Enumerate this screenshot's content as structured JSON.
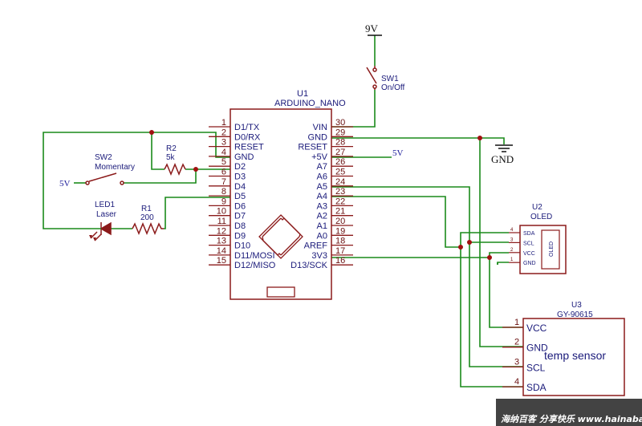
{
  "supply": {
    "label": "9V",
    "gnd_label": "GND",
    "net_5v_right": "5V",
    "net_5v_left": "5V"
  },
  "sw1": {
    "ref": "SW1",
    "value": "On/Off"
  },
  "sw2": {
    "ref": "SW2",
    "value": "Momentary"
  },
  "r2": {
    "ref": "R2",
    "value": "5k"
  },
  "r1": {
    "ref": "R1",
    "value": "200"
  },
  "led1": {
    "ref": "LED1",
    "value": "Laser"
  },
  "u1": {
    "ref": "U1",
    "name": "ARDUINO_NANO",
    "left_pins": [
      {
        "num": "1",
        "name": "D1/TX"
      },
      {
        "num": "2",
        "name": "D0/RX"
      },
      {
        "num": "3",
        "name": "RESET"
      },
      {
        "num": "4",
        "name": "GND"
      },
      {
        "num": "5",
        "name": "D2"
      },
      {
        "num": "6",
        "name": "D3"
      },
      {
        "num": "7",
        "name": "D4"
      },
      {
        "num": "8",
        "name": "D5"
      },
      {
        "num": "9",
        "name": "D6"
      },
      {
        "num": "10",
        "name": "D7"
      },
      {
        "num": "11",
        "name": "D8"
      },
      {
        "num": "12",
        "name": "D9"
      },
      {
        "num": "13",
        "name": "D10"
      },
      {
        "num": "14",
        "name": "D11/MOSI"
      },
      {
        "num": "15",
        "name": "D12/MISO"
      }
    ],
    "right_pins": [
      {
        "num": "30",
        "name": "VIN"
      },
      {
        "num": "29",
        "name": "GND"
      },
      {
        "num": "28",
        "name": "RESET"
      },
      {
        "num": "27",
        "name": "+5V"
      },
      {
        "num": "26",
        "name": "A7"
      },
      {
        "num": "25",
        "name": "A6"
      },
      {
        "num": "24",
        "name": "A5"
      },
      {
        "num": "23",
        "name": "A4"
      },
      {
        "num": "22",
        "name": "A3"
      },
      {
        "num": "21",
        "name": "A2"
      },
      {
        "num": "20",
        "name": "A1"
      },
      {
        "num": "19",
        "name": "A0"
      },
      {
        "num": "18",
        "name": "AREF"
      },
      {
        "num": "17",
        "name": "3V3"
      },
      {
        "num": "16",
        "name": "D13/SCK"
      }
    ]
  },
  "u2": {
    "ref": "U2",
    "name": "OLED",
    "body_label": "OLED",
    "pins": [
      {
        "num": "4",
        "name": "SDA"
      },
      {
        "num": "3",
        "name": "SCL"
      },
      {
        "num": "2",
        "name": "VCC"
      },
      {
        "num": "1",
        "name": "GND"
      }
    ]
  },
  "u3": {
    "ref": "U3",
    "name": "GY-90615",
    "body_label": "temp sensor",
    "pins": [
      {
        "num": "1",
        "name": "VCC"
      },
      {
        "num": "2",
        "name": "GND"
      },
      {
        "num": "3",
        "name": "SCL"
      },
      {
        "num": "4",
        "name": "SDA"
      }
    ]
  },
  "watermark": "海纳百客 分享快乐 www.hainabaike.com",
  "colors": {
    "wire": "#1a8a1a",
    "component": "#8b1a1a",
    "junction": "#a01010",
    "label": "#1a1a7a"
  }
}
